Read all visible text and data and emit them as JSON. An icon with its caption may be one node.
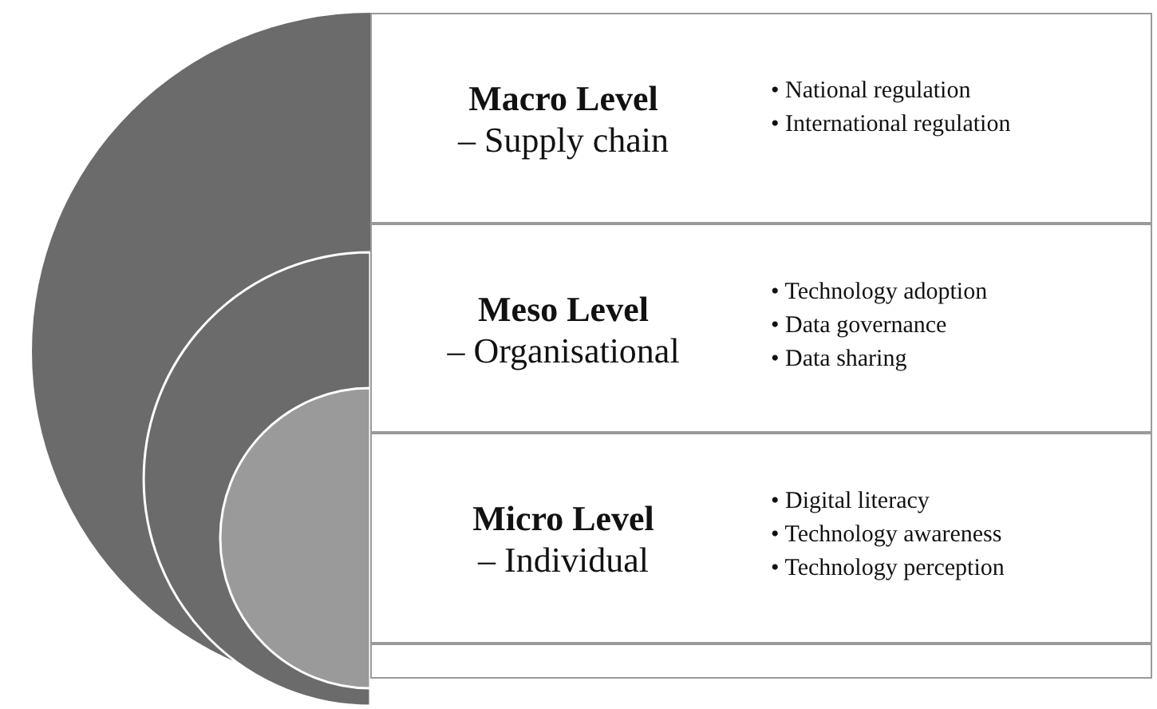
{
  "diagram": {
    "nodes": [
      {
        "text": [
          "Macro Level",
          "– Supply chain",
          "• National regulation",
          "• International regulation"
        ]
      },
      {
        "text": [
          "Meso Level",
          "– Organisational",
          "• Technology adoption",
          "• Data governance",
          "• Data sharing"
        ]
      },
      {
        "text": [
          "Micro Level",
          "– Individual",
          "• Digital literacy",
          "• Technology awareness",
          "• Technology perception"
        ]
      },
      {
        "text": [],
        "shape": "box"
      }
    ]
  }
}
